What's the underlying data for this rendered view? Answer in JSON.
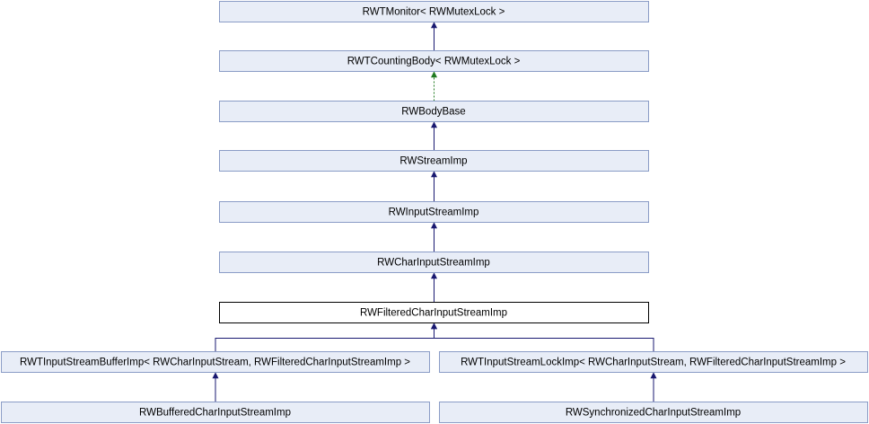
{
  "diagram": {
    "type": "inheritance-graph",
    "colors": {
      "node_fill": "#e8edf7",
      "node_border": "#8a9cc6",
      "current_node_fill": "#ffffff",
      "current_node_border": "#000000",
      "edge_public": "#191970",
      "edge_template": "#1f7a1f"
    },
    "nodes": [
      {
        "id": "rwtmonitor",
        "label": "RWTMonitor< RWMutexLock >"
      },
      {
        "id": "rwtcountingbody",
        "label": "RWTCountingBody< RWMutexLock >"
      },
      {
        "id": "rwbodybase",
        "label": "RWBodyBase"
      },
      {
        "id": "rwstreamimp",
        "label": "RWStreamImp"
      },
      {
        "id": "rwinputstreamimp",
        "label": "RWInputStreamImp"
      },
      {
        "id": "rwcharinputstreamimp",
        "label": "RWCharInputStreamImp"
      },
      {
        "id": "rwfilteredcharinputstreamimp",
        "label": "RWFilteredCharInputStreamImp",
        "current": true
      },
      {
        "id": "rwtinputstreambufferimp",
        "label": "RWTInputStreamBufferImp< RWCharInputStream, RWFilteredCharInputStreamImp >"
      },
      {
        "id": "rwtinputstreamlockimp",
        "label": "RWTInputStreamLockImp< RWCharInputStream, RWFilteredCharInputStreamImp >"
      },
      {
        "id": "rwbufferedcharinputstreamimp",
        "label": "RWBufferedCharInputStreamImp"
      },
      {
        "id": "rwsynchronizedcharinputstreamimp",
        "label": "RWSynchronizedCharInputStreamImp"
      }
    ],
    "edges": [
      {
        "from": "rwtcountingbody",
        "to": "rwtmonitor",
        "style": "solid"
      },
      {
        "from": "rwbodybase",
        "to": "rwtcountingbody",
        "style": "dashed"
      },
      {
        "from": "rwstreamimp",
        "to": "rwbodybase",
        "style": "solid"
      },
      {
        "from": "rwinputstreamimp",
        "to": "rwstreamimp",
        "style": "solid"
      },
      {
        "from": "rwcharinputstreamimp",
        "to": "rwinputstreamimp",
        "style": "solid"
      },
      {
        "from": "rwfilteredcharinputstreamimp",
        "to": "rwcharinputstreamimp",
        "style": "solid"
      },
      {
        "from": "rwtinputstreambufferimp",
        "to": "rwfilteredcharinputstreamimp",
        "style": "solid"
      },
      {
        "from": "rwtinputstreamlockimp",
        "to": "rwfilteredcharinputstreamimp",
        "style": "solid"
      },
      {
        "from": "rwbufferedcharinputstreamimp",
        "to": "rwtinputstreambufferimp",
        "style": "solid"
      },
      {
        "from": "rwsynchronizedcharinputstreamimp",
        "to": "rwtinputstreamlockimp",
        "style": "solid"
      }
    ]
  }
}
